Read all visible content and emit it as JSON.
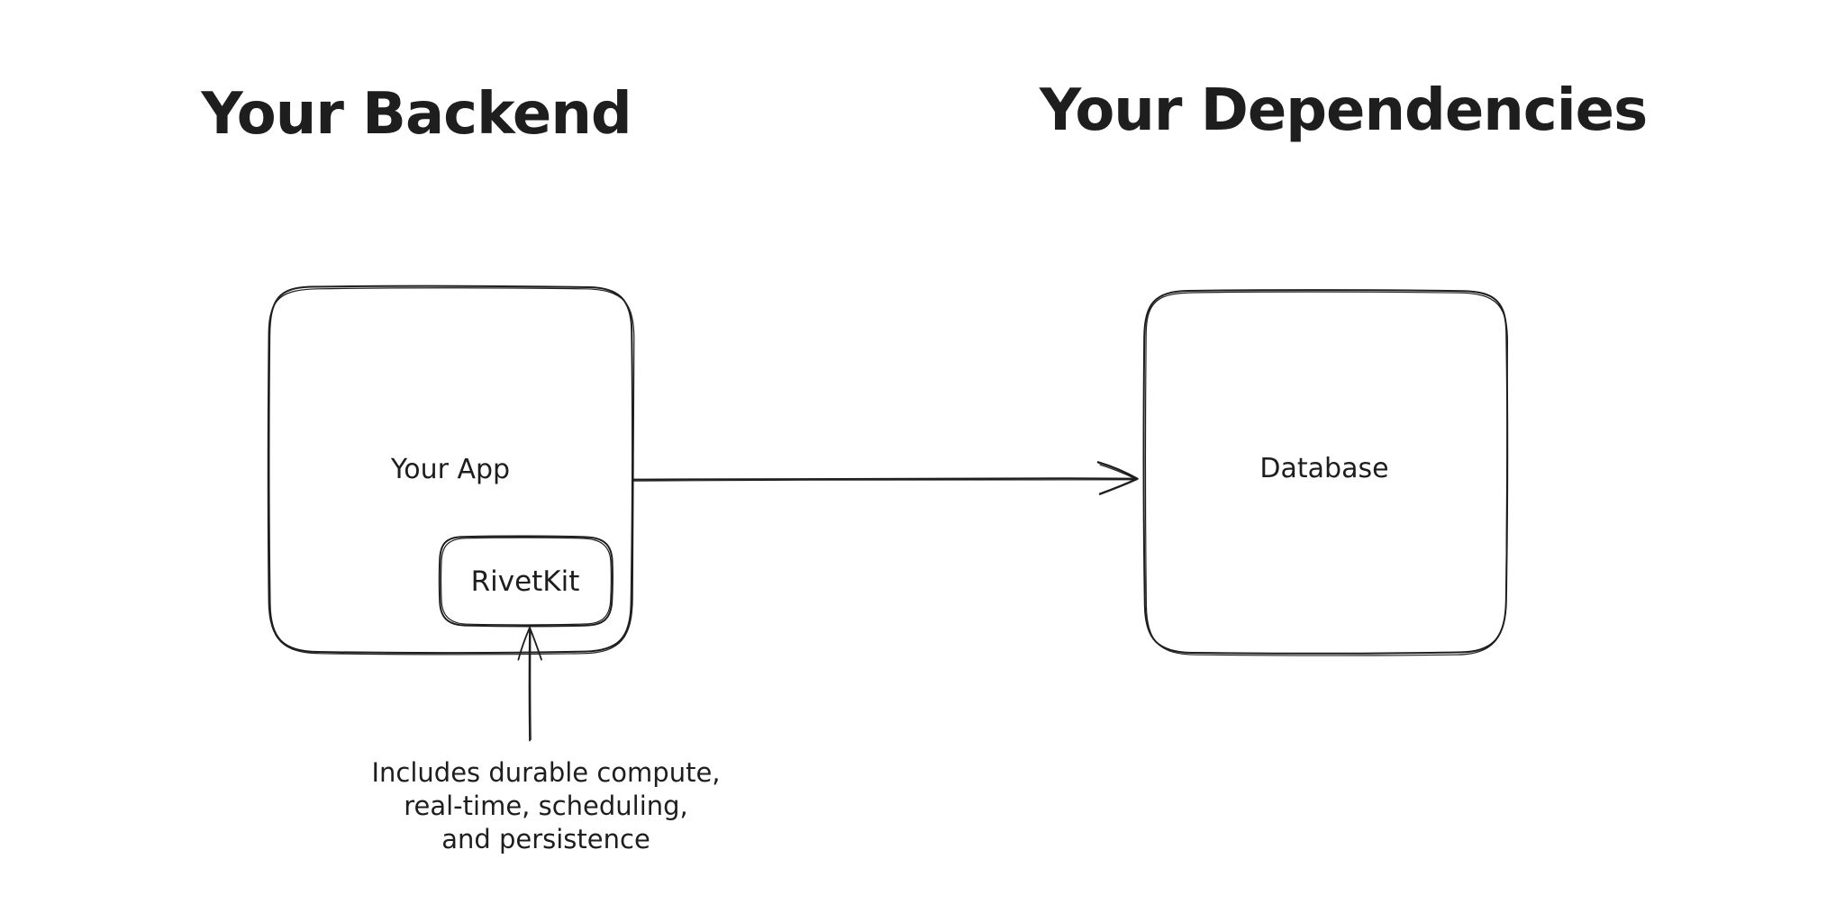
{
  "page": {
    "background": "#ffffff"
  },
  "diagram": {
    "stroke_color": "#1e1e1e",
    "titles": {
      "backend": "Your Backend",
      "dependencies": "Your Dependencies"
    },
    "nodes": {
      "your_app": {
        "label": "Your App"
      },
      "rivetkit": {
        "label": "RivetKit"
      },
      "database": {
        "label": "Database"
      }
    },
    "connectors": {
      "app_to_database": {
        "from": "Your App",
        "to": "Database"
      },
      "annotation_to_rivetkit": {
        "from": "annotation",
        "to": "RivetKit"
      }
    },
    "annotation": {
      "lines": [
        "Includes durable compute,",
        "real-time, scheduling,",
        "and persistence"
      ]
    }
  }
}
